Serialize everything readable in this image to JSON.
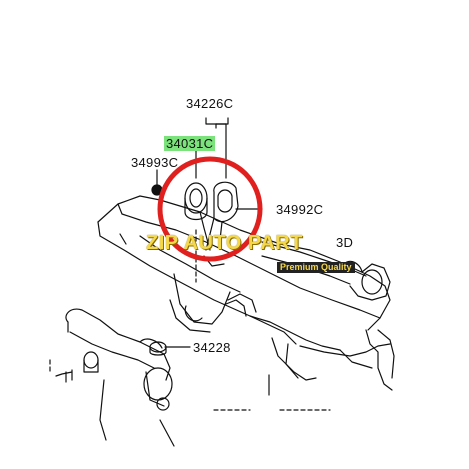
{
  "labels": {
    "assembly": "34226C",
    "highlighted_part": "34031C",
    "left_part": "34993C",
    "right_part": "34992C",
    "partial_right": "3D",
    "lower_part": "34228"
  },
  "watermark": {
    "main": "ZIP AUTO PART",
    "sub": "Premium Quality"
  },
  "colors": {
    "highlight": "#7CE37C",
    "circle": "#e0201e",
    "watermark": "#f5d84a",
    "line": "#111111"
  }
}
